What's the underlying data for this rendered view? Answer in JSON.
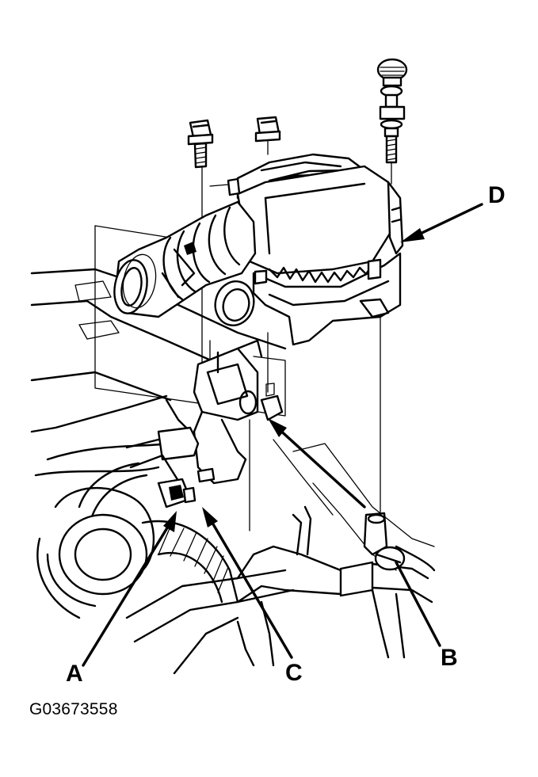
{
  "callouts": {
    "a": "A",
    "b": "B",
    "c": "C",
    "d": "D"
  },
  "figure_id": "G03673558",
  "ink_color": "#000000",
  "background_color": "#ffffff"
}
